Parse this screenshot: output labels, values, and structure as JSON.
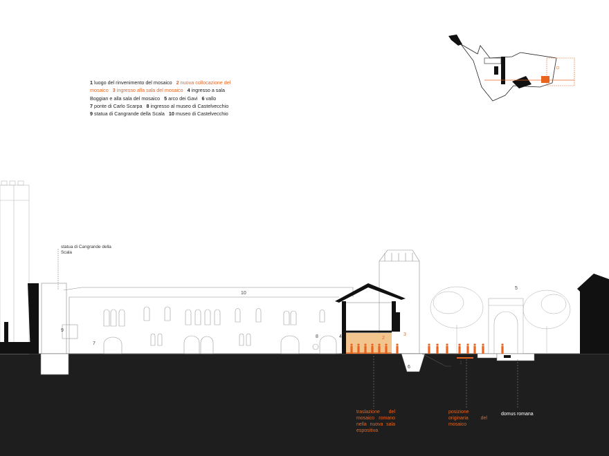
{
  "legend": {
    "i1n": "1",
    "i1": " luogo del rinvenimento del mosaico",
    "i2n": "2",
    "i2": " nuova collocazione del mosaico",
    "i3n": "3",
    "i3": " ingresso alla sala del mosaico",
    "i4n": "4",
    "i4": " ingresso a sala Boggian e alla sala del mosaico",
    "i5n": "5",
    "i5": " arco dei Gavi",
    "i6n": "6",
    "i6": " vallo",
    "i7n": "7",
    "i7": " ponte di Carlo Scarpa",
    "i8n": "8",
    "i8": " ingresso al museo di Castelvecchio",
    "i9n": "9",
    "i9": " statua di Cangrande della Scala",
    "i10n": "10",
    "i10": " museo di Castelvecchio"
  },
  "labels": {
    "statue": "statua di Cangrande della Scala",
    "n1": "1",
    "n2": "2",
    "n3": "3",
    "n4": "4",
    "n5": "5",
    "n6": "6",
    "n7": "7",
    "n8": "8",
    "n9": "9",
    "n10": "10"
  },
  "bottom": {
    "traslazione": "traslazione del mosaico romano nella nuova sala espositiva",
    "posizione": "posizione originaria del mosaico",
    "domus": "domus romana"
  },
  "colors": {
    "accent": "#e8641f",
    "ground": "#1e1e1e",
    "line": "#9a9a9a",
    "wall": "#111111"
  }
}
